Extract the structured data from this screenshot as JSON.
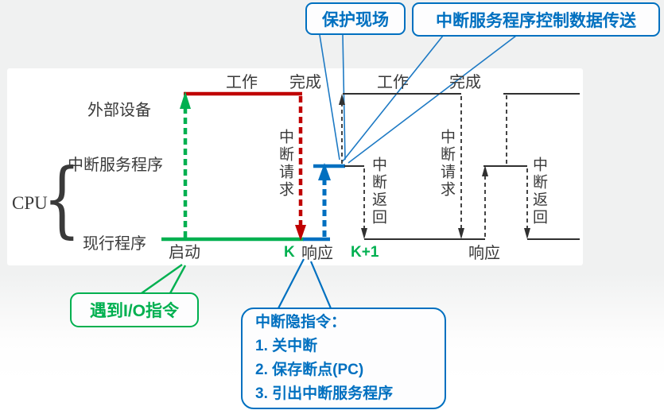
{
  "colors": {
    "blue": "#0070c0",
    "green": "#00b050",
    "red": "#c00000",
    "line_black": "#303030",
    "text_dark": "#3a3a3a",
    "panel_bg": "#ffffff",
    "page_bg": "#f0f1f1"
  },
  "cpu_group": {
    "label": "CPU",
    "brace": "{"
  },
  "rows": {
    "external_device": "外部设备",
    "interrupt_service": "中断服务程序",
    "current_program": "现行程序"
  },
  "top_labels": {
    "work1": "工作",
    "done1": "完成",
    "work2": "工作",
    "done2": "完成"
  },
  "vertical_labels": {
    "request1": "中断请求",
    "return1": "中断返回",
    "request2": "中断请求",
    "return2": "中断返回"
  },
  "timeline": {
    "start": "启动",
    "k": "K",
    "respond1": "响应",
    "k_plus_1": "K+1",
    "respond2": "响应"
  },
  "callouts": {
    "protect_context": "保护现场",
    "isr_data_transfer": "中断服务程序控制数据传送",
    "io_instruction": "遇到I/O指令",
    "implicit_title": "中断隐指令：",
    "implicit_1": "1. 关中断",
    "implicit_2": "2. 保存断点(PC)",
    "implicit_3": "3. 引出中断服务程序"
  }
}
